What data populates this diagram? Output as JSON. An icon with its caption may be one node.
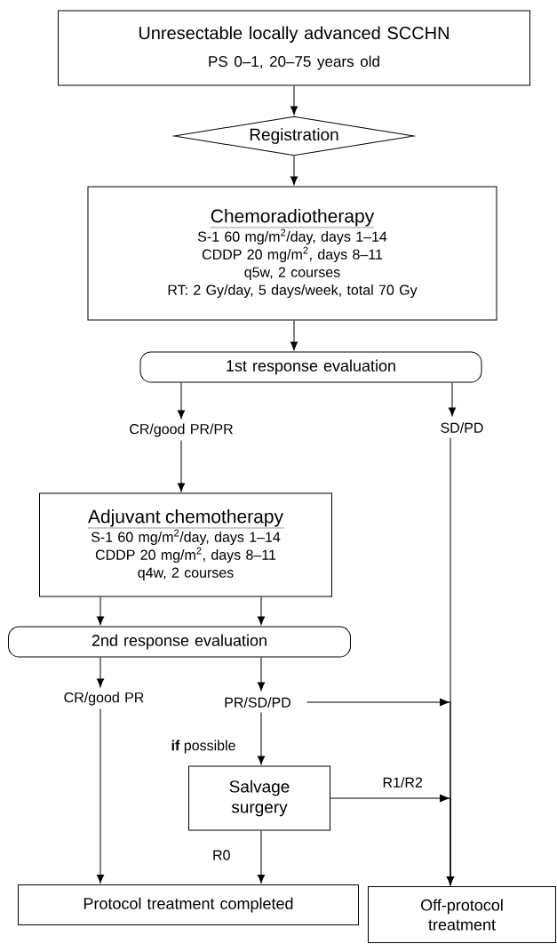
{
  "diagram": {
    "nodes": [
      {
        "text": [
          "Unresectable locally advanced SCCHN",
          "PS 0–1, 20–75 years old"
        ]
      },
      {
        "text": [
          "Registration"
        ]
      },
      {
        "text": [
          "Chemoradiotherapy",
          "S-1 60 mg/m$^{2}$/day, days 1–14",
          "CDDP 20 mg/m$^{2}$, days 8–11",
          "q5w, 2 courses",
          "RT: 2 Gy/day, 5 days/week, total 70 Gy"
        ]
      },
      {
        "text": [
          "1st response evaluation"
        ]
      },
      {
        "text": [
          "CR/good PR/PR"
        ]
      },
      {
        "text": [
          "SD/PD"
        ]
      },
      {
        "text": [
          "Adjuvant chemotherapy",
          "S-1 60 mg/m$^{2}$/day, days 1–14",
          "CDDP 20 mg/m$^{2}$, days 8–11",
          "q4w, 2 courses"
        ]
      },
      {
        "text": [
          "2nd response evaluation"
        ]
      },
      {
        "text": [
          "CR/good PR"
        ]
      },
      {
        "text": [
          "PR/SD/PD"
        ]
      },
      {
        "text": [
          "Salvage surgery"
        ]
      },
      {
        "text": [
          "Protocol treatment completed"
        ]
      },
      {
        "text": [
          "Off-protocol treatment"
        ]
      }
    ],
    "edges": [
      {
        "from": 0,
        "to": 1,
        "arrow": "to"
      },
      {
        "from": 1,
        "to": 2,
        "arrow": "to"
      },
      {
        "from": 2,
        "to": 3,
        "arrow": "to"
      },
      {
        "from": 3,
        "to": 4,
        "arrow": "to"
      },
      {
        "from": 3,
        "to": 5,
        "arrow": "to"
      },
      {
        "from": 4,
        "to": 6,
        "arrow": "to"
      },
      {
        "from": 6,
        "to": 7,
        "arrow": "to"
      },
      {
        "from": 6,
        "to": 7,
        "arrow": "to"
      },
      {
        "from": 7,
        "to": 8,
        "arrow": "to"
      },
      {
        "from": 7,
        "to": 9,
        "arrow": "to"
      },
      {
        "from": 9,
        "to": 10,
        "label": "**if** possible",
        "arrow": "to"
      },
      {
        "from": 8,
        "to": 11,
        "arrow": "to"
      },
      {
        "from": 10,
        "to": 11,
        "label": "R0",
        "arrow": "to"
      },
      {
        "from": 5,
        "to": 12,
        "arrow": "to"
      },
      {
        "from": 9,
        "to": 12,
        "arrow": "to"
      },
      {
        "from": 10,
        "to": 12,
        "label": "R1/R2",
        "arrow": "to"
      }
    ]
  }
}
